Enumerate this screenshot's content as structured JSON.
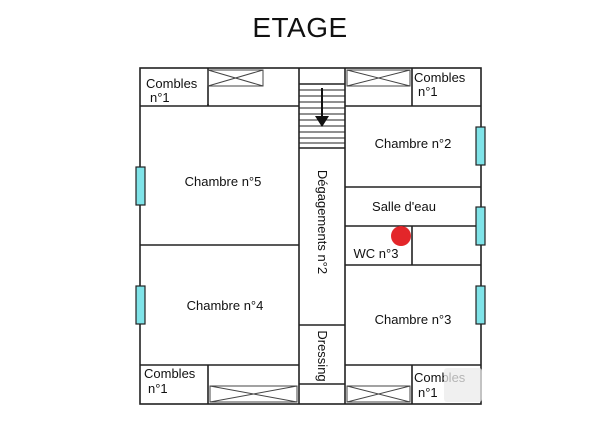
{
  "title": "ETAGE",
  "rooms": {
    "combles_tl": [
      "Combles",
      "n°1"
    ],
    "combles_tr": [
      "Combles",
      "n°1"
    ],
    "combles_bl": [
      "Combles",
      "n°1"
    ],
    "combles_br": [
      "Combles",
      "n°1"
    ],
    "chambre5": "Chambre n°5",
    "chambre4": "Chambre n°4",
    "chambre2": "Chambre n°2",
    "chambre3": "Chambre n°3",
    "salle_eau": "Salle d'eau",
    "wc": "WC n°3",
    "degagements": "Dégagements n°2",
    "dressing": "Dressing"
  },
  "colors": {
    "wall": "#222222",
    "window": "#7fe3e8",
    "marker": "#e3262a"
  }
}
